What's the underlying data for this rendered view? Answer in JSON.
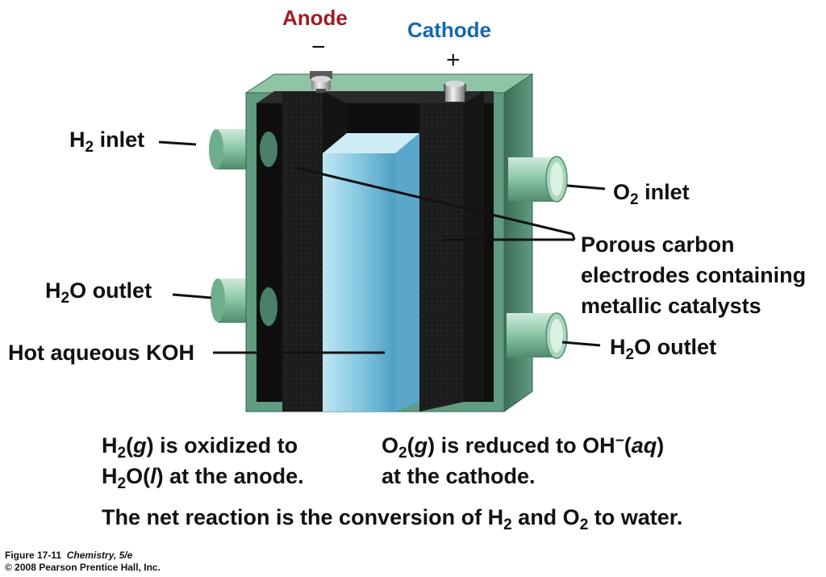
{
  "terminals": {
    "anode": {
      "label": "Anode",
      "sign": "−",
      "color": "#a01d22"
    },
    "cathode": {
      "label": "Cathode",
      "sign": "+",
      "color": "#1667b2"
    }
  },
  "labels": {
    "h2_inlet": {
      "species": "H",
      "sub": "2",
      "text": "inlet"
    },
    "o2_inlet": {
      "species": "O",
      "sub": "2",
      "text": "inlet"
    },
    "h2o_outlet_left": {
      "species": "H",
      "sub": "2",
      "rest": "O outlet"
    },
    "h2o_outlet_right": {
      "species": "H",
      "sub": "2",
      "rest": "O outlet"
    },
    "koh": "Hot aqueous KOH",
    "electrodes": [
      "Porous carbon",
      "electrodes containing",
      "metallic catalysts"
    ]
  },
  "reactions": {
    "anode": {
      "l1_a": "H",
      "l1_sub": "2",
      "l1_b": "(",
      "l1_italic": "g",
      "l1_c": ") is oxidized to",
      "l2_a": "H",
      "l2_sub": "2",
      "l2_b": "O(",
      "l2_italic": "l",
      "l2_c": ") at the anode."
    },
    "cathode": {
      "l1_a": "O",
      "l1_sub": "2",
      "l1_b": "(",
      "l1_italic": "g",
      "l1_c": ") is reduced to OH",
      "l1_sup": "−",
      "l1_d": "(",
      "l1_italic2": "aq",
      "l1_e": ")",
      "l2": "at the cathode."
    }
  },
  "net_reaction": {
    "a": "The net reaction is the conversion of H",
    "sub1": "2",
    "b": " and O",
    "sub2": "2",
    "c": " to water."
  },
  "caption": {
    "figure": "Figure 17-11",
    "book": "Chemistry, 5/e",
    "copyright": "© 2008 Pearson Prentice Hall, Inc."
  },
  "colors": {
    "housing": "#5f9c80",
    "housing_dark": "#355e4a",
    "electrode": "#1b1b1b",
    "electrolyte": "#7ec4df",
    "pipe": "#8ec9aa"
  }
}
